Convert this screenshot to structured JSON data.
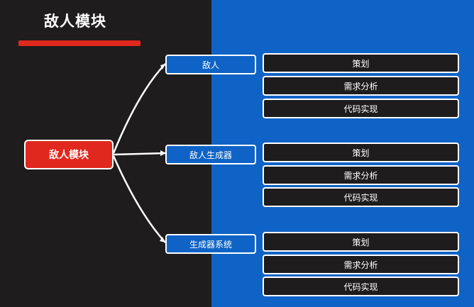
{
  "title": "敌人模块",
  "root": {
    "label": "敌人模块"
  },
  "branches": [
    {
      "label": "敌人",
      "items": [
        "策划",
        "需求分析",
        "代码实现"
      ]
    },
    {
      "label": "敌人生成器",
      "items": [
        "策划",
        "需求分析",
        "代码实现"
      ]
    },
    {
      "label": "生成器系统",
      "items": [
        "策划",
        "需求分析",
        "代码实现"
      ]
    }
  ],
  "colors": {
    "left_bg": "#1f1c1d",
    "right_bg": "#0f63c6",
    "accent": "#e0281e",
    "line": "#ffffff"
  }
}
